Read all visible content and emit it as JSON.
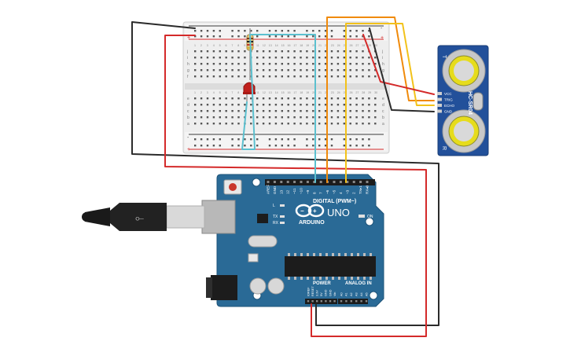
{
  "arduino": {
    "brand": "ARDUINO",
    "model": "UNO",
    "digital_label": "DIGITAL (PWM~)",
    "power_label": "POWER",
    "analog_label": "ANALOG IN",
    "on_label": "ON",
    "led_l": "L",
    "led_tx": "TX",
    "led_rx": "RX",
    "header_top_pins": [
      "AREF",
      "GND",
      "13",
      "12",
      "~11",
      "~10",
      "~9",
      "8",
      "7",
      "~6",
      "~5",
      "4",
      "~3",
      "2",
      "TX▸1",
      "RX◂0"
    ],
    "power_pins": [
      "IOREF",
      "RESET",
      "3.3V",
      "5V",
      "GND",
      "GND",
      "Vin"
    ],
    "analog_pins": [
      "A0",
      "A1",
      "A2",
      "A3",
      "A4",
      "A5"
    ]
  },
  "sensor": {
    "model": "HC-SR04",
    "pins": [
      "VCC",
      "TRIG",
      "ECHO",
      "GND"
    ],
    "side_t": "T",
    "side_r": "R"
  },
  "breadboard": {
    "row_letters_top": [
      "j",
      "i",
      "h",
      "g",
      "f"
    ],
    "row_letters_bottom": [
      "e",
      "d",
      "c",
      "b",
      "a"
    ],
    "column_numbers": [
      "1",
      "2",
      "3",
      "4",
      "5",
      "6",
      "7",
      "8",
      "9",
      "10",
      "11",
      "12",
      "13",
      "14",
      "15",
      "16",
      "17",
      "18",
      "19",
      "20",
      "21",
      "22",
      "23",
      "24",
      "25",
      "26",
      "27",
      "28",
      "29",
      "30"
    ],
    "rail_plus": "+",
    "rail_minus": "-"
  },
  "colors": {
    "board_blue": "#2a6a96",
    "wire_red": "#d42a2a",
    "wire_black": "#2b2b2b",
    "wire_orange": "#f08a0a",
    "wire_yellow": "#f2c21a",
    "wire_cyan": "#5cc0cf",
    "sensor_blue": "#22509a"
  }
}
